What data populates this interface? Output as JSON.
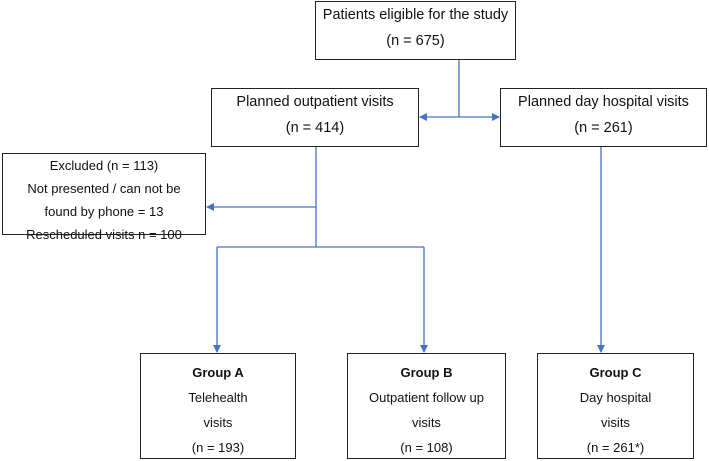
{
  "colors": {
    "connector": "#4472c4",
    "border": "#222222",
    "text": "#111111"
  },
  "eligible": {
    "title": "Patients eligible for the study",
    "count": "(n = 675)"
  },
  "outpatient": {
    "title": "Planned outpatient visits",
    "count": "(n = 414)"
  },
  "day_hospital": {
    "title": "Planned day hospital visits",
    "count": "(n = 261)"
  },
  "excluded": {
    "title": "Excluded (n = 113)",
    "line2": "Not presented / can not be",
    "line3": "found by phone = 13",
    "line4": "Rescheduled visits n = 100"
  },
  "group_a": {
    "title": "Group A",
    "line1": "Telehealth",
    "line2": "visits",
    "count": "(n = 193)"
  },
  "group_b": {
    "title": "Group B",
    "line1": "Outpatient follow up",
    "line2": "visits",
    "count": "(n = 108)"
  },
  "group_c": {
    "title": "Group C",
    "line1": "Day hospital",
    "line2": "visits",
    "count": "(n = 261*)"
  }
}
